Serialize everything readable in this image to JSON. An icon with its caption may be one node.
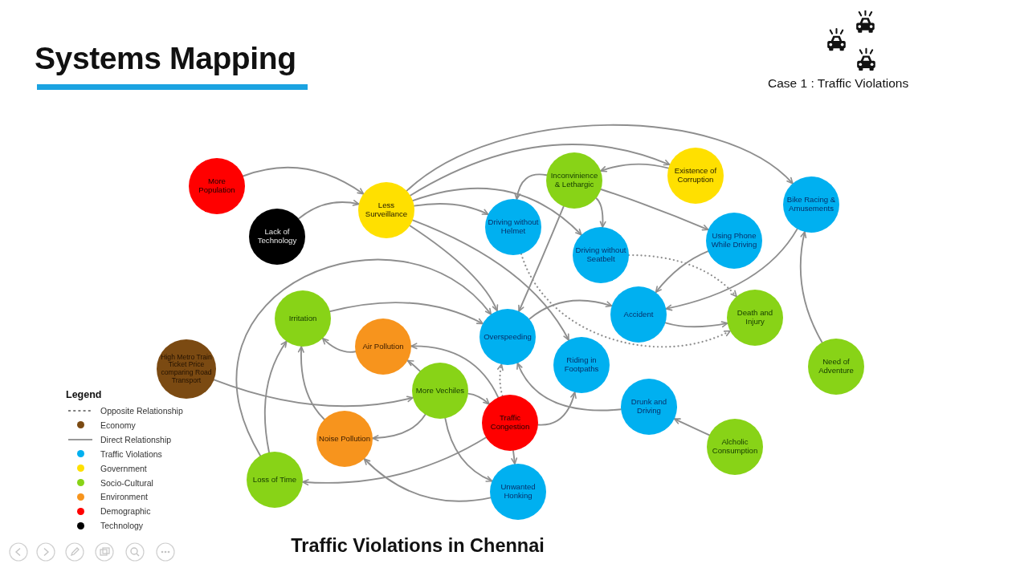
{
  "diagram": {
    "title": "Systems Mapping",
    "caption": "Traffic Violations in Chennai",
    "nodes": [
      {
        "text": [
          "More Population"
        ]
      },
      {
        "text": [
          "Lack of Technology"
        ]
      },
      {
        "text": [
          "Less Surveillance"
        ]
      },
      {
        "text": [
          "Inconvinience & Lethargic"
        ]
      },
      {
        "text": [
          "Existence of Corruption"
        ]
      },
      {
        "text": [
          "Bike Racing & Amusements"
        ]
      },
      {
        "text": [
          "Driving without Helmet"
        ]
      },
      {
        "text": [
          "Driving without Seatbelt"
        ]
      },
      {
        "text": [
          "Using Phone While Driving"
        ]
      },
      {
        "text": [
          "Accident"
        ]
      },
      {
        "text": [
          "Death and Injury"
        ]
      },
      {
        "text": [
          "Irritation"
        ]
      },
      {
        "text": [
          "Air Pollution"
        ]
      },
      {
        "text": [
          "Overspeeding"
        ]
      },
      {
        "text": [
          "Riding in Footpaths"
        ]
      },
      {
        "text": [
          "High Metro Train Ticket Price comparing Road Transport"
        ]
      },
      {
        "text": [
          "More Vechiles"
        ]
      },
      {
        "text": [
          "Need of Adventure"
        ]
      },
      {
        "text": [
          "Traffic Congestion"
        ]
      },
      {
        "text": [
          "Drunk and Driving"
        ]
      },
      {
        "text": [
          "Noise Pollution"
        ]
      },
      {
        "text": [
          "Alcholic Consumption"
        ]
      },
      {
        "text": [
          "Loss of Time"
        ]
      },
      {
        "text": [
          "Unwanted Honking"
        ]
      }
    ],
    "edges": [
      {
        "from": 0,
        "to": 2,
        "arrow": "to"
      },
      {
        "from": 1,
        "to": 2,
        "arrow": "to"
      },
      {
        "from": 2,
        "to": 4,
        "arrow": "to"
      },
      {
        "from": 2,
        "to": 5,
        "arrow": "to"
      },
      {
        "from": 2,
        "to": 6,
        "arrow": "to"
      },
      {
        "from": 2,
        "to": 7,
        "arrow": "to"
      },
      {
        "from": 2,
        "to": 13,
        "arrow": "to"
      },
      {
        "from": 2,
        "to": 14,
        "arrow": "to"
      },
      {
        "from": 3,
        "to": 6,
        "arrow": "to"
      },
      {
        "from": 3,
        "to": 7,
        "arrow": "to"
      },
      {
        "from": 3,
        "to": 8,
        "arrow": "to"
      },
      {
        "from": 3,
        "to": 13,
        "arrow": "to"
      },
      {
        "from": 4,
        "to": 3,
        "arrow": "to"
      },
      {
        "from": 6,
        "to": 10,
        "arrow": "to",
        "style": "dashed"
      },
      {
        "from": 7,
        "to": 10,
        "arrow": "to",
        "style": "dashed"
      },
      {
        "from": 8,
        "to": 9,
        "arrow": "to"
      },
      {
        "from": 5,
        "to": 9,
        "arrow": "to"
      },
      {
        "from": 17,
        "to": 5,
        "arrow": "to"
      },
      {
        "from": 13,
        "to": 9,
        "arrow": "to"
      },
      {
        "from": 9,
        "to": 10,
        "arrow": "to"
      },
      {
        "from": 11,
        "to": 13,
        "arrow": "to"
      },
      {
        "from": 22,
        "to": 13,
        "arrow": "to"
      },
      {
        "from": 22,
        "to": 11,
        "arrow": "to"
      },
      {
        "from": 12,
        "to": 11,
        "arrow": "to"
      },
      {
        "from": 20,
        "to": 11,
        "arrow": "to"
      },
      {
        "from": 16,
        "to": 12,
        "arrow": "to"
      },
      {
        "from": 18,
        "to": 12,
        "arrow": "to"
      },
      {
        "from": 16,
        "to": 18,
        "arrow": "to"
      },
      {
        "from": 16,
        "to": 20,
        "arrow": "to"
      },
      {
        "from": 16,
        "to": 23,
        "arrow": "to"
      },
      {
        "from": 15,
        "to": 16,
        "arrow": "to"
      },
      {
        "from": 18,
        "to": 22,
        "arrow": "to"
      },
      {
        "from": 23,
        "to": 20,
        "arrow": "to"
      },
      {
        "from": 18,
        "to": 13,
        "arrow": "to",
        "style": "dashed"
      },
      {
        "from": 18,
        "to": 23,
        "arrow": "to"
      },
      {
        "from": 18,
        "to": 14,
        "arrow": "to"
      },
      {
        "from": 19,
        "to": 13,
        "arrow": "to"
      },
      {
        "from": 21,
        "to": 19,
        "arrow": "to"
      }
    ],
    "labels": [
      "Case 1 : Traffic Violations",
      "Legend"
    ],
    "legend": [
      {
        "text": "Opposite Relationship"
      },
      {
        "text": "Economy",
        "color": "#7b4a12"
      },
      {
        "text": "Direct Relationship"
      },
      {
        "text": "Traffic Violations",
        "color": "#00b0f0"
      },
      {
        "text": "Government",
        "color": "#ffe000"
      },
      {
        "text": "Socio-Cultural",
        "color": "#88d317"
      },
      {
        "text": "Environment",
        "color": "#f7941d"
      },
      {
        "text": "Demographic",
        "color": "#ff0000"
      },
      {
        "text": "Technology",
        "color": "#000000"
      }
    ]
  }
}
